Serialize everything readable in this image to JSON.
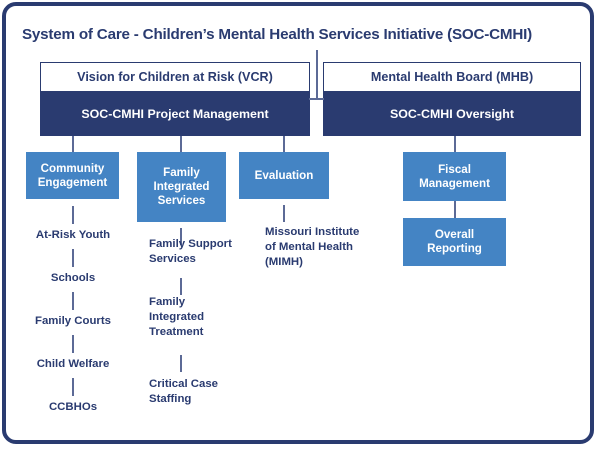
{
  "diagram": {
    "title": "System of Care - Children’s Mental Health Services Initiative (SOC-CMHI)",
    "colors": {
      "navy": "#2a3b70",
      "blue": "#4484c4",
      "connector": "#5c6a96",
      "background": "#ffffff"
    },
    "top_groups": [
      {
        "header": "Vision for Children at Risk (VCR)",
        "role_bar": "SOC-CMHI Project Management"
      },
      {
        "header": "Mental Health Board (MHB)",
        "role_bar": "SOC-CMHI Oversight"
      }
    ],
    "branches": [
      {
        "box": "Community Engagement",
        "children": [
          "At-Risk Youth",
          "Schools",
          "Family Courts",
          "Child Welfare",
          "CCBHOs"
        ]
      },
      {
        "box": "Family Integrated Services",
        "children": [
          "Family Support Services",
          "Family Integrated Treatment",
          "Critical Case Staffing"
        ]
      },
      {
        "box": "Evaluation",
        "children": [
          "Missouri Institute of Mental Health (MIMH)"
        ]
      },
      {
        "box": "Fiscal Management",
        "sub_box": "Overall Reporting",
        "children": []
      }
    ]
  }
}
